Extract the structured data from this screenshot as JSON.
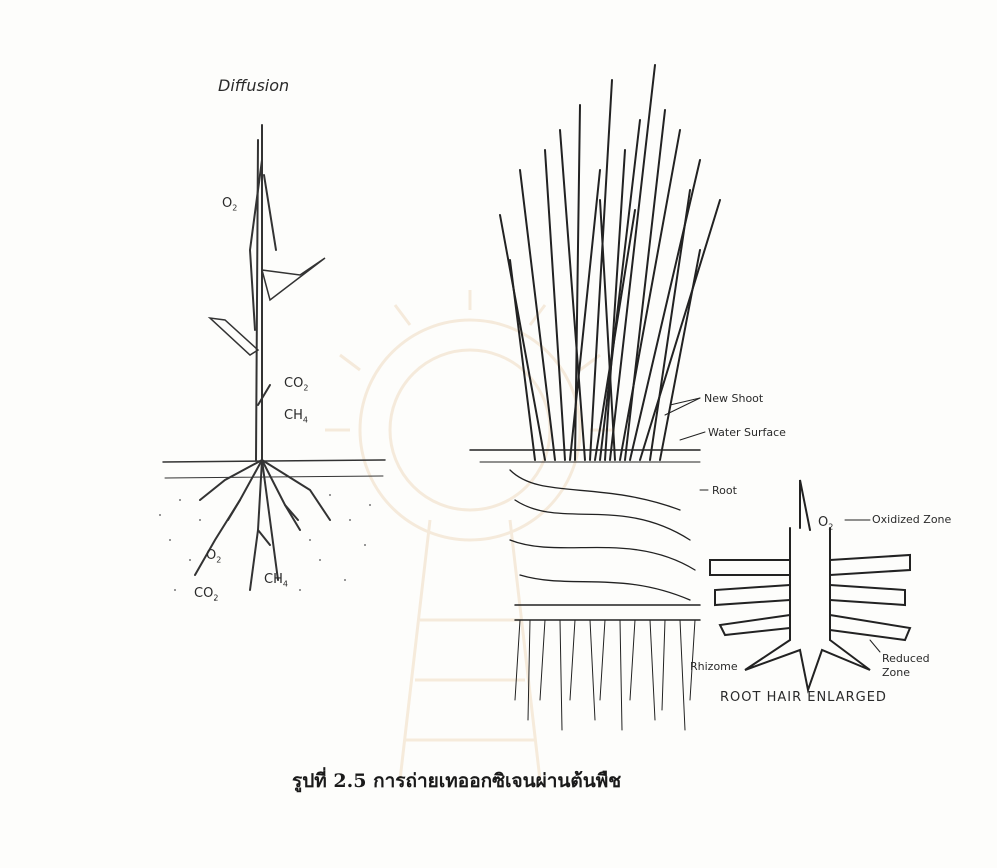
{
  "figure": {
    "top_label": "Diffusion",
    "left_plant": {
      "labels": {
        "o2_upper": "O",
        "o2_upper_sub": "2",
        "co2_stem": "CO",
        "co2_stem_sub": "2",
        "ch4_stem": "CH",
        "ch4_stem_sub": "4",
        "o2_root": "O",
        "o2_root_sub": "2",
        "co2_root": "CO",
        "co2_root_sub": "2",
        "ch4_root": "CH",
        "ch4_root_sub": "4"
      }
    },
    "right_plant": {
      "labels": {
        "new_shoot": "New Shoot",
        "water_surface": "Water Surface",
        "root": "Root",
        "rhizome": "Rhizome"
      }
    },
    "root_hair": {
      "title": "ROOT HAIR ENLARGED",
      "labels": {
        "o2": "O",
        "o2_sub": "2",
        "oxidized_zone": "Oxidized Zone",
        "reduced_zone": "Reduced Zone"
      }
    },
    "caption": "รูปที่ 2.5 การถ่ายเทออกซิเจนผ่านต้นพืช",
    "colors": {
      "ink": "#2a2a2a",
      "paper": "#fdfdfb",
      "watermark": "#e8c9a0"
    }
  }
}
